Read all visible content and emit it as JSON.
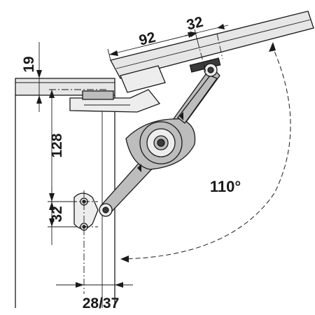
{
  "diagram": {
    "dimensions": {
      "lid_thickness": "19",
      "arm_reach": "92",
      "lid_mount_offset": "32",
      "hinge_height": "128",
      "plate_hole_spacing": "32",
      "side_setback": "28/37"
    },
    "opening_angle": "110°"
  }
}
